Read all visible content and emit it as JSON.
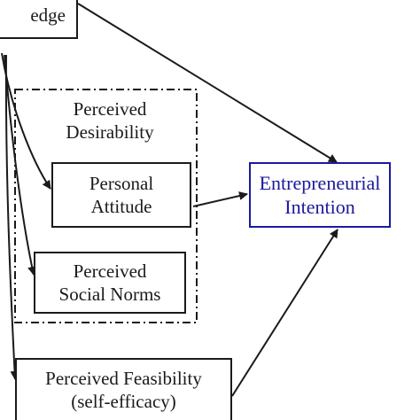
{
  "diagram": {
    "knowledge": {
      "label": "edge"
    },
    "desirability_group": {
      "line1": "Perceived",
      "line2": "Desirability"
    },
    "attitude": {
      "line1": "Personal",
      "line2": "Attitude"
    },
    "norms": {
      "line1": "Perceived",
      "line2": "Social Norms"
    },
    "feasibility": {
      "line1": "Perceived Feasibility",
      "line2": "(self-efficacy)"
    },
    "intention": {
      "line1": "Entrepreneurial",
      "line2": "Intention"
    }
  },
  "colors": {
    "line": "#1a1a1a",
    "intention_accent": "#1a1a9e"
  }
}
